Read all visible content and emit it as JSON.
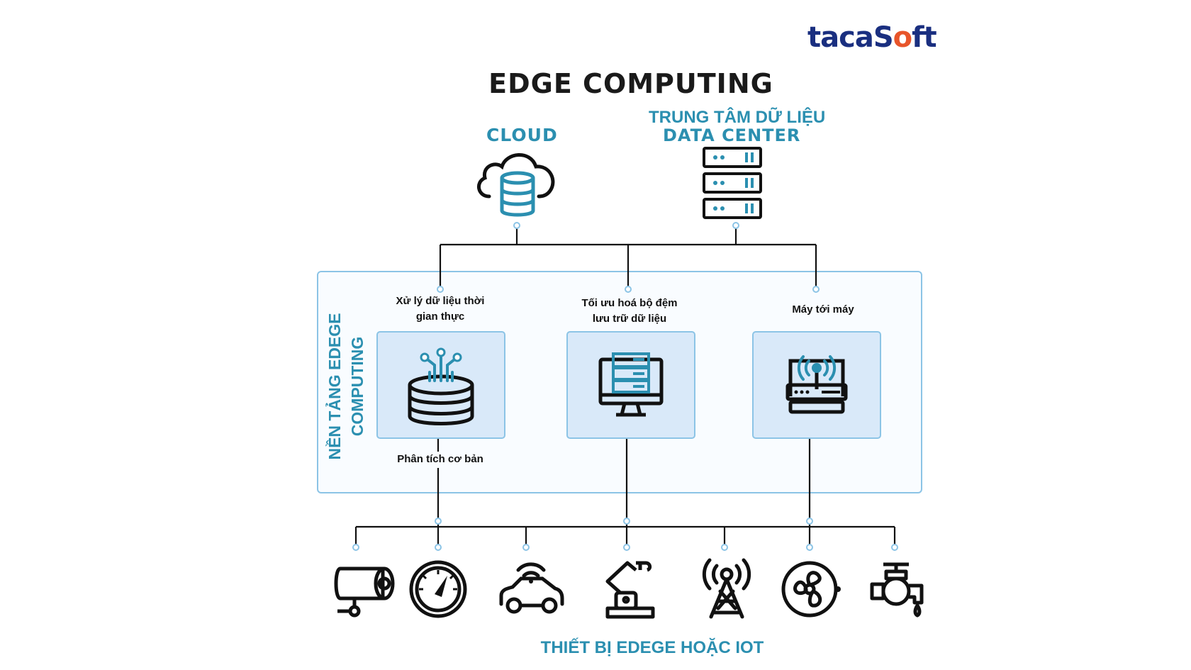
{
  "brand": {
    "logo_main": "tacaS",
    "logo_accent": "o",
    "logo_tail": "ft"
  },
  "title": "EDGE COMPUTING",
  "sources": {
    "cloud": "CLOUD",
    "datacenter_line1": "TRUNG TÂM DỮ LIỆU",
    "datacenter_line2": "DATA CENTER"
  },
  "platform": {
    "label_line1": "NỀN TẢNG EDEGE",
    "label_line2": "COMPUTING",
    "features": [
      {
        "top_line1": "Xử lý dữ liệu thời",
        "top_line2": "gian thực",
        "bottom": "Phân tích cơ bản"
      },
      {
        "top_line1": "Tối ưu hoá bộ đệm",
        "top_line2": "lưu trữ dữ liệu"
      },
      {
        "top_line1": "Máy tới máy"
      }
    ]
  },
  "devices_label": "THIẾT BỊ EDEGE HOẶC IOT",
  "devices": [
    "camera-icon",
    "gauge-icon",
    "connected-car-icon",
    "robot-arm-icon",
    "antenna-tower-icon",
    "fan-icon",
    "valve-icon"
  ],
  "colors": {
    "accent": "#2b8fb0",
    "brand_blue": "#1a2f80",
    "brand_orange": "#e8552a",
    "box_fill": "#d9e9f9",
    "box_border": "#8cc4e6"
  }
}
